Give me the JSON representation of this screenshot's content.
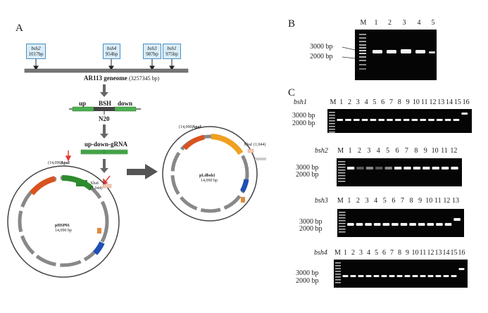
{
  "panels": {
    "a": "A",
    "b": "B",
    "c": "C"
  },
  "genome": {
    "genes": [
      {
        "name": "bsh2",
        "size": "1017bp"
      },
      {
        "name": "bsh4",
        "size": "954bp"
      },
      {
        "name": "bsh3",
        "size": "987bp"
      },
      {
        "name": "bsh1",
        "size": "975bp"
      }
    ],
    "label_bold": "AR113 geneome",
    "label_size": "(3257345 bp)"
  },
  "construct": {
    "up": "up",
    "bsh": "BSH",
    "down": "down",
    "n20": "N20",
    "gRNA_label": "up-down-gRNA"
  },
  "plasmids": {
    "left": {
      "name": "pHSP01",
      "size": "14,090 bp",
      "site": "ApaI",
      "site_pos": "(14,090)",
      "site2": "XbaI",
      "site2_pos": "(1,044)"
    },
    "right": {
      "name": "pLdbsh1",
      "size": "14,090 bp",
      "site": "ApaI",
      "site_pos": "(14,090)",
      "site2": "XbaI",
      "site2_pos": "(1,044)"
    }
  },
  "gel_b": {
    "lanes": [
      "M",
      "1",
      "2",
      "3",
      "4",
      "5"
    ],
    "markers": [
      "3000 bp",
      "2000 bp"
    ]
  },
  "gel_c": [
    {
      "title": "bsh1",
      "lanes": [
        "M",
        "1",
        "2",
        "3",
        "4",
        "5",
        "6",
        "7",
        "8",
        "9",
        "10",
        "11",
        "12",
        "13",
        "14",
        "15",
        "16"
      ],
      "markers": [
        "3000 bp",
        "2000 bp"
      ]
    },
    {
      "title": "bsh2",
      "lanes": [
        "M",
        "1",
        "2",
        "3",
        "4",
        "5",
        "6",
        "7",
        "8",
        "9",
        "10",
        "11",
        "12"
      ],
      "markers": [
        "3000 bp",
        "2000 bp"
      ]
    },
    {
      "title": "bsh3",
      "lanes": [
        "M",
        "1",
        "2",
        "3",
        "4",
        "5",
        "6",
        "7",
        "8",
        "9",
        "10",
        "11",
        "12",
        "13"
      ],
      "markers": [
        "3000 bp",
        "2000 bp"
      ]
    },
    {
      "title": "bsh4",
      "lanes": [
        "M",
        "1",
        "2",
        "3",
        "4",
        "5",
        "6",
        "7",
        "8",
        "9",
        "10",
        "11",
        "12",
        "13",
        "14",
        "15",
        "16"
      ],
      "markers": [
        "3000 bp",
        "2000 bp"
      ]
    }
  ]
}
